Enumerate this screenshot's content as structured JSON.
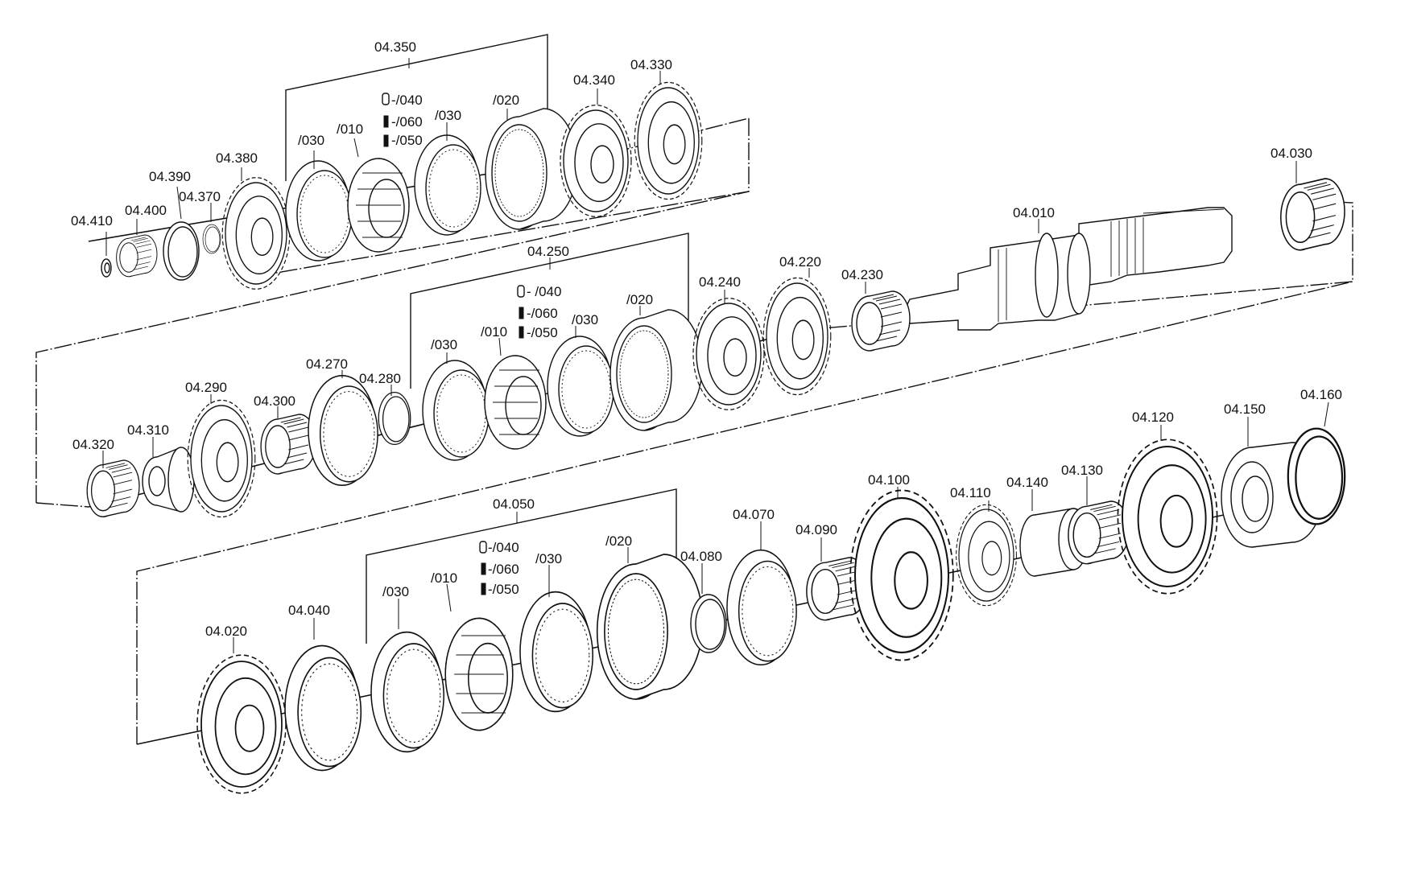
{
  "labels": {
    "asm_04_350": "04.350",
    "p04_330": "04.330",
    "p04_340": "04.340",
    "p04_380": "04.380",
    "p04_390": "04.390",
    "p04_370": "04.370",
    "p04_400": "04.400",
    "p04_410": "04.410",
    "a350_030a": "/030",
    "a350_010": "/010",
    "a350_040": "-/040",
    "a350_060": "-/060",
    "a350_050": "-/050",
    "a350_030b": "/030",
    "a350_020": "/020",
    "p04_030": "04.030",
    "p04_010": "04.010",
    "asm_04_250": "04.250",
    "p04_240": "04.240",
    "p04_220": "04.220",
    "p04_230": "04.230",
    "p04_270": "04.270",
    "p04_280": "04.280",
    "p04_290": "04.290",
    "p04_300": "04.300",
    "p04_310": "04.310",
    "p04_320": "04.320",
    "a250_030a": "/030",
    "a250_010": "/010",
    "a250_040": "- /040",
    "a250_060": "-/060",
    "a250_050": "-/050",
    "a250_030b": "/030",
    "a250_020": "/020",
    "asm_04_050": "04.050",
    "p04_020": "04.020",
    "p04_040": "04.040",
    "p04_070": "04.070",
    "p04_080": "04.080",
    "p04_090": "04.090",
    "p04_100": "04.100",
    "p04_110": "04.110",
    "p04_140": "04.140",
    "p04_130": "04.130",
    "p04_120": "04.120",
    "p04_150": "04.150",
    "p04_160": "04.160",
    "a050_030a": "/030",
    "a050_010": "/010",
    "a050_040": "-/040",
    "a050_060": "-/060",
    "a050_050": "-/050",
    "a050_030b": "/030",
    "a050_020": "/020"
  }
}
